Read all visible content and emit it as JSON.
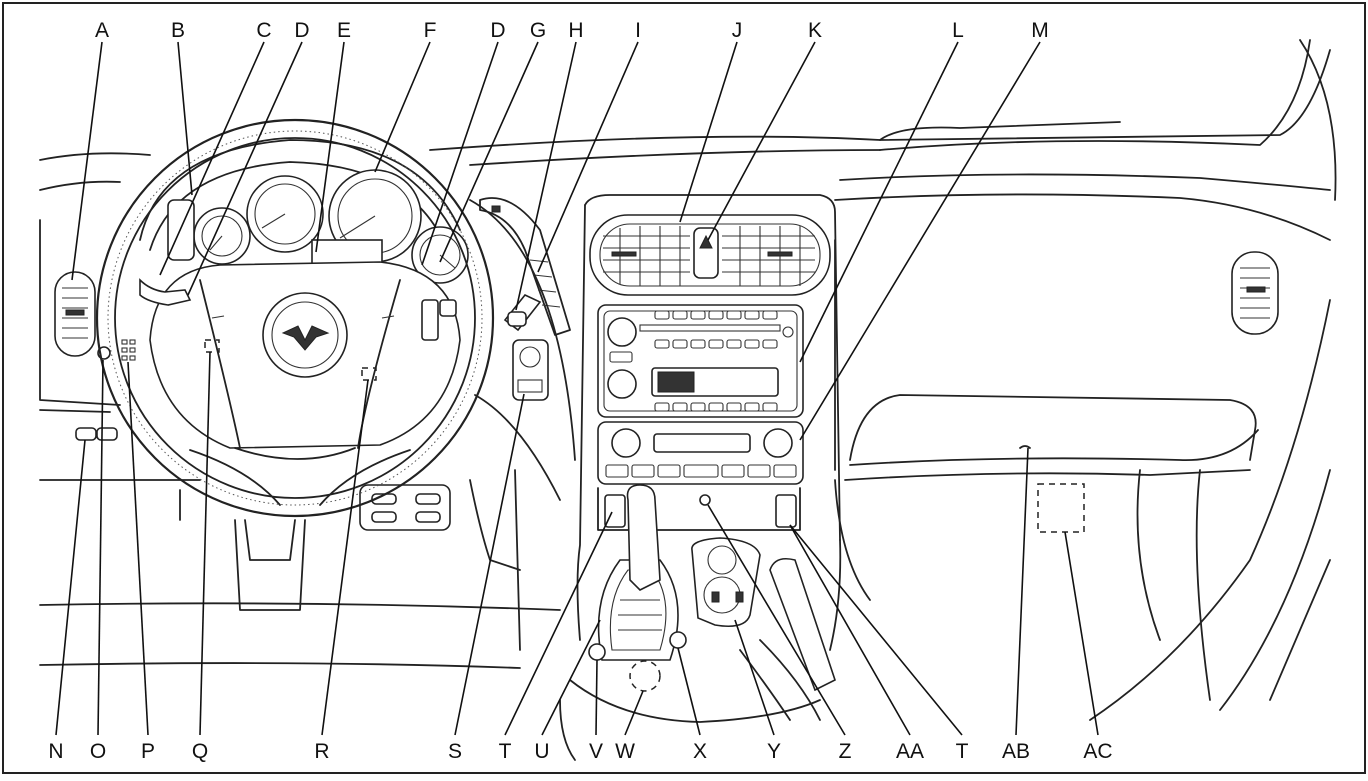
{
  "diagram": {
    "top_labels": [
      "A",
      "B",
      "C",
      "D",
      "E",
      "F",
      "D",
      "G",
      "H",
      "I",
      "J",
      "K",
      "L",
      "M"
    ],
    "bottom_labels": [
      "N",
      "O",
      "P",
      "Q",
      "R",
      "S",
      "T",
      "U",
      "V",
      "W",
      "X",
      "Y",
      "Z",
      "AA",
      "T",
      "AB",
      "AC"
    ]
  }
}
